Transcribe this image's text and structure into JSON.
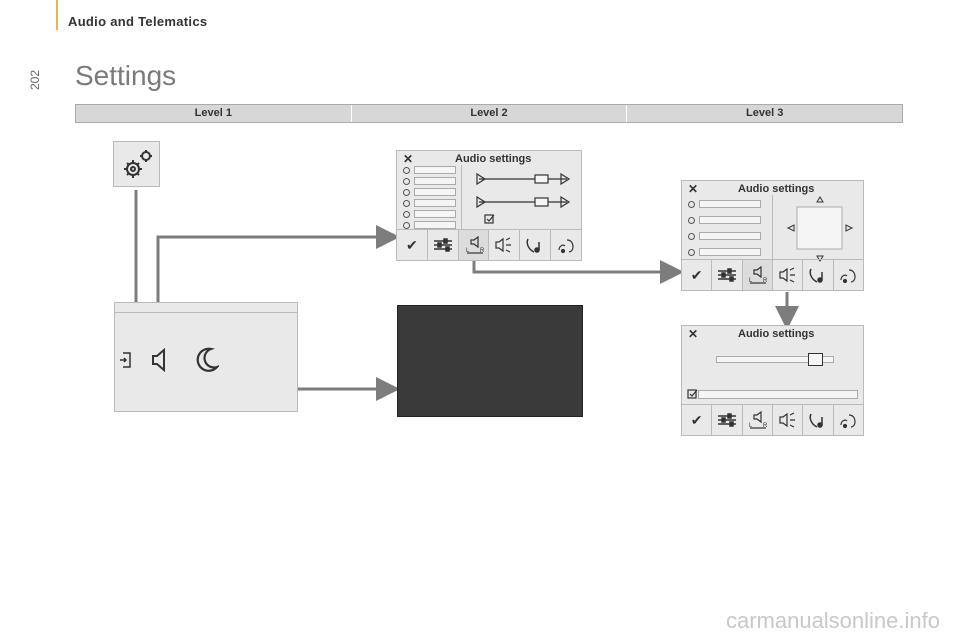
{
  "header": {
    "section_title": "Audio and Telematics",
    "page_number": "202"
  },
  "page": {
    "title": "Settings"
  },
  "levels": [
    "Level 1",
    "Level 2",
    "Level 3"
  ],
  "panels": {
    "audio_level2": {
      "title": "Audio settings"
    },
    "audio_level3_balance": {
      "title": "Audio settings"
    },
    "audio_level3_volume": {
      "title": "Audio settings"
    }
  },
  "icons": {
    "settings": "gear-icon",
    "close": "close-icon",
    "confirm": "check-icon",
    "equalizer": "equalizer-icon",
    "balance": "speaker-lr-icon",
    "sound_effects": "sound-waves-icon",
    "phone_ringtone": "phone-music-icon",
    "voice": "voice-icon",
    "exit": "exit-icon",
    "speaker": "speaker-icon",
    "night_mode": "moon-icon"
  },
  "colors": {
    "arrow": "#7d7d7d",
    "header_accent": "#f2b24a",
    "panel_bg": "#e9e9e9",
    "screen_dark": "#3a3a3a"
  },
  "footer": {
    "watermark": "carmanualsonline.info"
  }
}
